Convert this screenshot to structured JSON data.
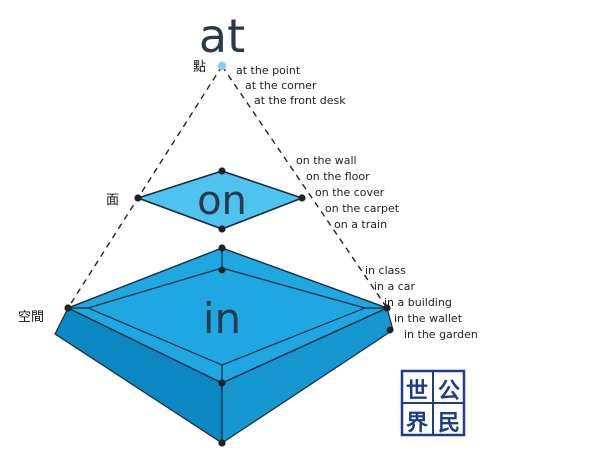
{
  "title_at": "at",
  "word_on": "on",
  "word_in": "in",
  "labels": {
    "point": "點",
    "plane": "面",
    "space": "空間"
  },
  "at_phrases": [
    "at the point",
    "at the corner",
    "at the front desk"
  ],
  "on_phrases": [
    "on the wall",
    "on the floor",
    "on the cover",
    "on the carpet",
    "on a train"
  ],
  "in_phrases": [
    "in class",
    "in a car",
    "in a building",
    "in the wallet",
    "in the garden"
  ],
  "logo": {
    "chars": [
      "世",
      "公",
      "界",
      "民"
    ]
  },
  "colors": {
    "on_fill": "#4fc3f0",
    "in_top": "#1aa3de",
    "in_side": "#0e8cc7",
    "dot": "#222222",
    "apex_dot": "#7fd0f5",
    "logo_blue": "#1f3c8a"
  }
}
